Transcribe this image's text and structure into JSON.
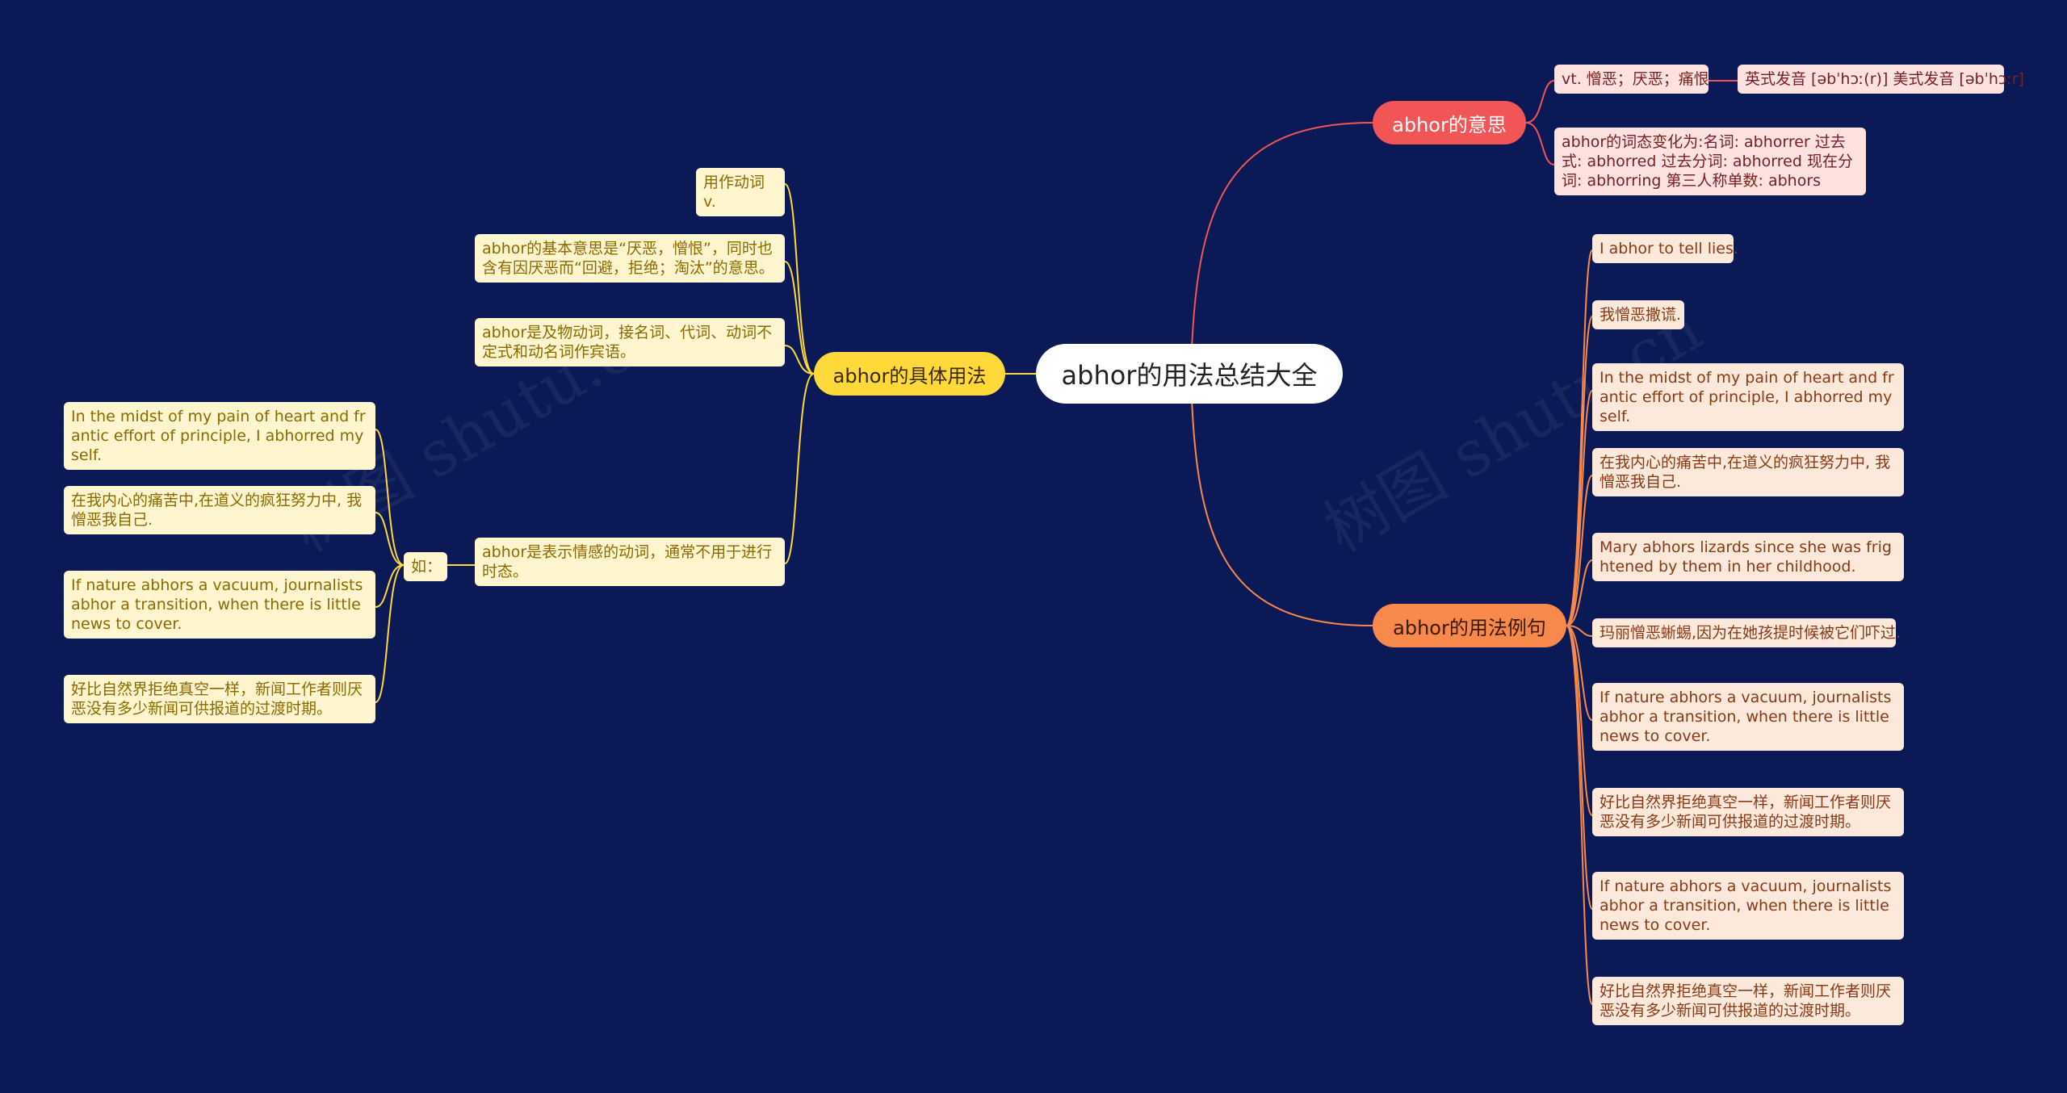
{
  "root": {
    "label": "abhor的用法总结大全"
  },
  "watermark": "树图 shutu.cn",
  "branches": {
    "usage": {
      "label": "abhor的具体用法",
      "items": [
        "用作动词 v.",
        "abhor的基本意思是“厌恶，憎恨”，同时也含有因厌恶而“回避，拒绝；淘汰”的意思。",
        "abhor是及物动词，接名词、代词、动词不定式和动名词作宾语。",
        "abhor是表示情感的动词，通常不用于进行时态。"
      ],
      "example_label": "如：",
      "examples": [
        "In the midst of my pain of heart and frantic effort of principle, I abhorred myself.",
        "在我内心的痛苦中,在道义的疯狂努力中, 我憎恶我自己.",
        "If nature abhors a vacuum, journalists abhor a transition, when there is little news to cover.",
        "好比自然界拒绝真空一样，新闻工作者则厌恶没有多少新闻可供报道的过渡时期。"
      ]
    },
    "meaning": {
      "label": "abhor的意思",
      "definition": "vt. 憎恶；厌恶；痛恨",
      "pronunciation": "英式发音 [əbˈhɔː(r)] 美式发音 [əbˈhɔːr]",
      "forms": "abhor的词态变化为:名词: abhorrer 过去式: abhorred 过去分词: abhorred 现在分词: abhorring 第三人称单数: abhors"
    },
    "examples": {
      "label": "abhor的用法例句",
      "items": [
        "I abhor to tell lies.",
        "我憎恶撒谎.",
        "In the midst of my pain of heart and frantic effort of principle, I abhorred myself.",
        "在我内心的痛苦中,在道义的疯狂努力中, 我憎恶我自己.",
        "Mary abhors lizards since she was frightened by them in her childhood.",
        "玛丽憎恶蜥蜴,因为在她孩提时候被它们吓过.",
        "If nature abhors a vacuum, journalists abhor a transition, when there is little news to cover.",
        "好比自然界拒绝真空一样，新闻工作者则厌恶没有多少新闻可供报道的过渡时期。",
        "If nature abhors a vacuum, journalists abhor a transition, when there is little news to cover.",
        "好比自然界拒绝真空一样，新闻工作者则厌恶没有多少新闻可供报道的过渡时期。"
      ]
    }
  },
  "colors": {
    "background": "#0b1a56",
    "usage_line": "#ffd83a",
    "meaning_line": "#f25555",
    "examples_line": "#f8894d"
  }
}
